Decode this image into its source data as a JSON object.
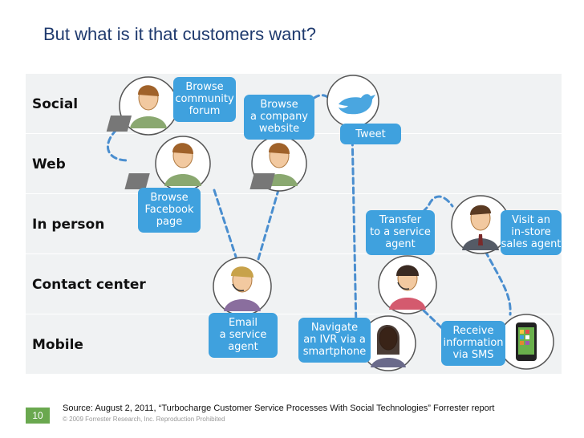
{
  "slide": {
    "title": "But what is it that customers want?",
    "page_number": "10",
    "source": "Source: August 2, 2011, “Turbocharge Customer Service Processes With Social Technologies” Forrester report",
    "copyright": "© 2009 Forrester Research, Inc. Reproduction Prohibited"
  },
  "diagram": {
    "rows": [
      "Social",
      "Web",
      "In person",
      "Contact center",
      "Mobile"
    ],
    "bubbles": {
      "forum": "Browse\ncommunity\nforum",
      "website": "Browse\na company\nwebsite",
      "tweet": "Tweet",
      "facebook": "Browse\nFacebook\npage",
      "transfer": "Transfer\nto a service\nagent",
      "store": "Visit an\nin-store\nsales agent",
      "email": "Email\na service\nagent",
      "ivr": "Navigate\nan IVR via a\nsmartphone",
      "sms": "Receive\ninformation\nvia SMS"
    },
    "icons": [
      "customer-laptop-icon",
      "twitter-bird-icon",
      "service-agent-headset-icon",
      "sales-agent-icon",
      "smartphone-icon"
    ],
    "colors": {
      "bubble": "#3fa1de",
      "path": "#4a8ecf",
      "band": "#f0f2f3",
      "title": "#1f3a6e",
      "page_badge": "#6aa84f"
    }
  }
}
